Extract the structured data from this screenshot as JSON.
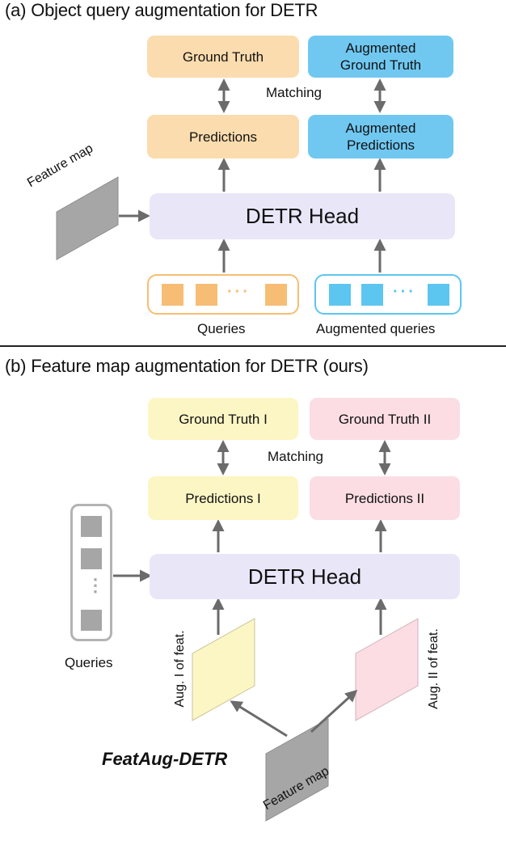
{
  "panel_a": {
    "title": "(a) Object query augmentation for DETR",
    "ground_truth": "Ground Truth",
    "augmented_ground_truth": [
      "Augmented",
      "Ground Truth"
    ],
    "matching": "Matching",
    "predictions": "Predictions",
    "augmented_predictions": [
      "Augmented",
      "Predictions"
    ],
    "feature_map": "Feature map",
    "head": "DETR Head",
    "queries": "Queries",
    "augmented_queries": "Augmented queries",
    "dots": "···"
  },
  "panel_b": {
    "title": "(b) Feature map augmentation for DETR (ours)",
    "ground_truth_1": "Ground Truth I",
    "ground_truth_2": "Ground Truth II",
    "matching": "Matching",
    "predictions_1": "Predictions I",
    "predictions_2": "Predictions II",
    "head": "DETR Head",
    "queries": "Queries",
    "aug_1": "Aug. I of feat.",
    "aug_2": "Aug. II of feat.",
    "brand": "FeatAug-DETR",
    "feature_map": "Feature map",
    "vdots": "⋮"
  },
  "colors": {
    "orange_box": "#fbdcae",
    "blue_box": "#70c8f1",
    "yellow_box": "#fbf6c4",
    "pink_box": "#fbdde3",
    "head": "#e9e6f8",
    "orange_query": "#f7bd74",
    "blue_query": "#5cc6f0",
    "gray": "#a6a6a6",
    "arrow": "#6b6b6b"
  }
}
